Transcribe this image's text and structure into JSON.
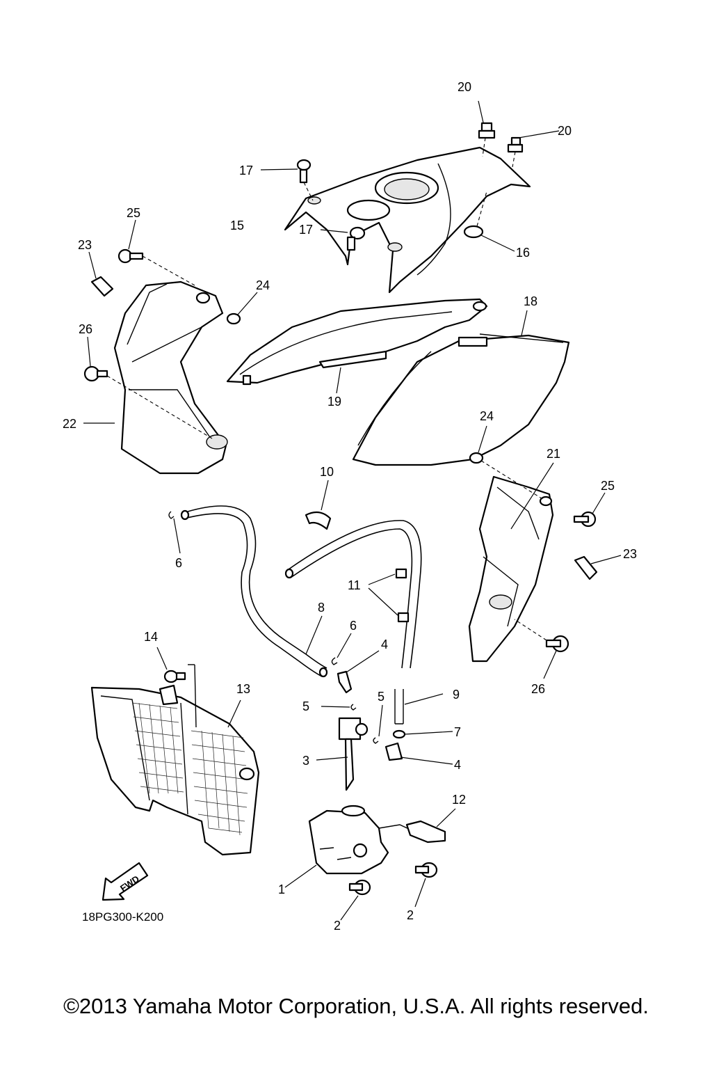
{
  "diagram_code": "18PG300-K200",
  "copyright": "©2013 Yamaha Motor Corporation, U.S.A. All rights reserved.",
  "fwd_label": "FWD",
  "callouts": {
    "c1": "1",
    "c2a": "2",
    "c2b": "2",
    "c3": "3",
    "c4a": "4",
    "c4b": "4",
    "c5a": "5",
    "c5b": "5",
    "c6a": "6",
    "c6b": "6",
    "c7": "7",
    "c8": "8",
    "c9": "9",
    "c10": "10",
    "c11": "11",
    "c12": "12",
    "c13": "13",
    "c14": "14",
    "c15": "15",
    "c16": "16",
    "c17a": "17",
    "c17b": "17",
    "c18": "18",
    "c19": "19",
    "c20a": "20",
    "c20b": "20",
    "c21": "21",
    "c22": "22",
    "c23a": "23",
    "c23b": "23",
    "c24a": "24",
    "c24b": "24",
    "c25a": "25",
    "c25b": "25",
    "c26a": "26",
    "c26b": "26"
  }
}
